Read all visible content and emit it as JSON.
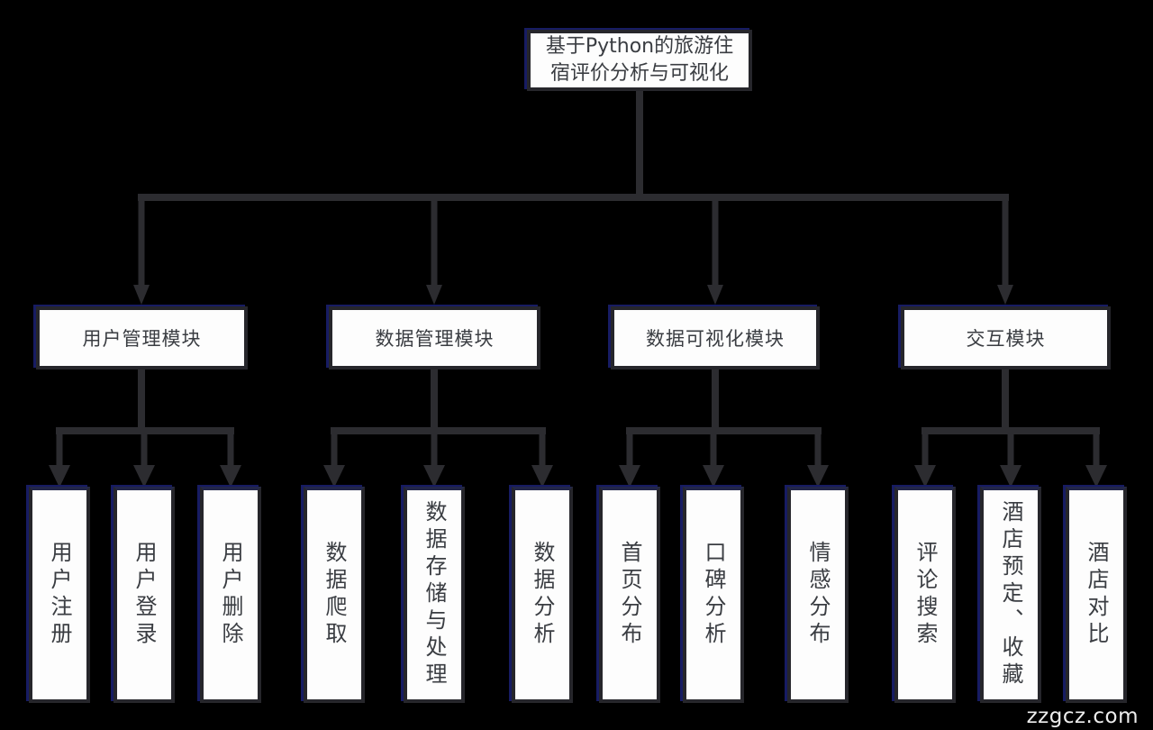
{
  "diagram": {
    "title": "基于Python的旅游住宿评价分析与可视化",
    "modules": [
      {
        "label": "用户管理模块",
        "children": [
          "用户注册",
          "用户登录",
          "用户删除"
        ]
      },
      {
        "label": "数据管理模块",
        "children": [
          "数据爬取",
          "数据存储与处理",
          "数据分析"
        ]
      },
      {
        "label": "数据可视化模块",
        "children": [
          "首页分布",
          "口碑分析",
          "情感分布"
        ]
      },
      {
        "label": "交互模块",
        "children": [
          "评论搜索",
          "酒店预定、收藏",
          "酒店对比"
        ]
      }
    ],
    "watermark": "zzgcz.com",
    "colors": {
      "background": "#000000",
      "box_fill": "#fdfdfd",
      "box_border": "#26262b",
      "accent_navy": "#171c63",
      "connector_line": "#2c2c30",
      "text": "#3a3d42",
      "watermark_text": "#ededed"
    }
  }
}
